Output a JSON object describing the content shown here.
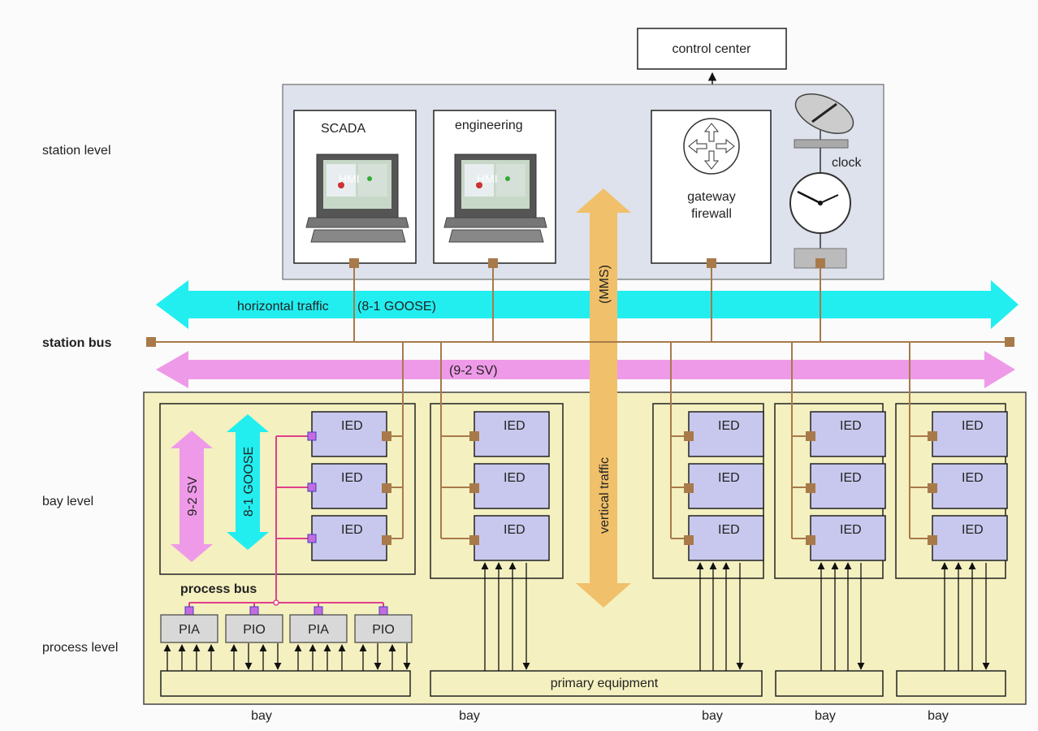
{
  "levels": {
    "station": "station level",
    "station_bus": "station bus",
    "bay": "bay level",
    "process": "process level"
  },
  "control_center": "control center",
  "scada": "SCADA",
  "engineering": "engineering",
  "hmi": "HMI",
  "gateway": {
    "line1": "gateway",
    "line2": "firewall"
  },
  "clock": "clock",
  "traffic": {
    "horizontal": "horizontal traffic",
    "goose": "(8-1 GOOSE)",
    "sv": "(9-2 SV)",
    "mms": "(MMS)",
    "vertical": "vertical traffic"
  },
  "bay_arrows": {
    "sv": "9-2 SV",
    "goose": "8-1 GOOSE"
  },
  "ied": "IED",
  "process_bus": "process bus",
  "process_units": [
    "PIA",
    "PIO",
    "PIA",
    "PIO"
  ],
  "primary_equipment": "primary equipment",
  "bay_labels": [
    "bay",
    "bay",
    "bay",
    "bay",
    "bay"
  ],
  "colors": {
    "cyan": "#22eef0",
    "pink": "#ee9ae8",
    "orange": "#f0c06a",
    "bus": "#a87a4a",
    "yellow": "#f4f0c0",
    "ied": "#c8c8ee",
    "station_panel": "#dde2ec"
  }
}
